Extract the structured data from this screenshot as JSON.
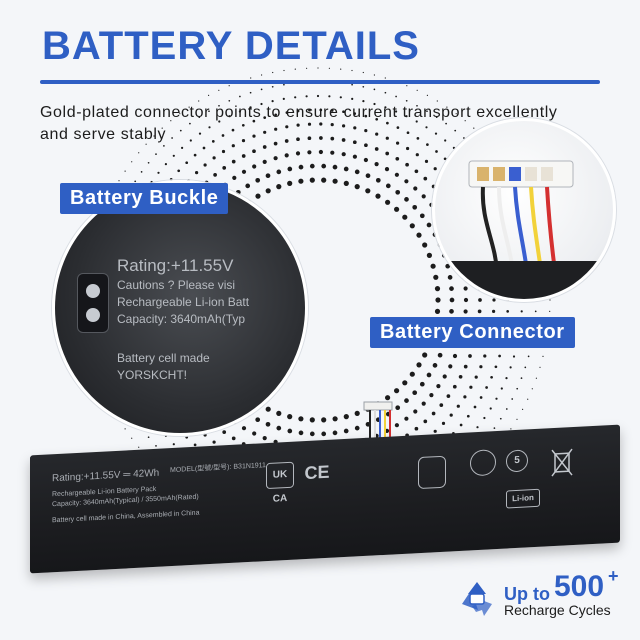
{
  "header": {
    "title": "BATTERY DETAILS",
    "subtitle": "Gold-plated connector points to ensure current transport excellently and serve stably"
  },
  "callouts": {
    "buckle_label": "Battery Buckle",
    "connector_label": "Battery Connector"
  },
  "buckle_zoom_text": {
    "line1": "Rating:+11.55V",
    "line2": "Cautions ? Please visi",
    "line3": "Rechargeable Li-ion Batt",
    "line4": "Capacity: 3640mAh(Typ",
    "line5": "Battery cell made",
    "line6": "YORSKCHT!"
  },
  "battery_label": {
    "rating": "Rating:+11.55V ═ 42Wh",
    "pack": "Rechargeable Li-ion Battery Pack",
    "capacity": "Capacity: 3640mAh(Typical) / 3550mAh(Rated)",
    "origin": "Battery cell made in China, Assembled in China",
    "model": "MODEL(型號/型号): B31N1911",
    "icons": [
      "UK CA",
      "CE",
      "Li-ion"
    ]
  },
  "cycles": {
    "prefix": "Up to",
    "number": "500",
    "plus": "+",
    "label": "Recharge Cycles"
  },
  "colors": {
    "accent": "#2f5fc4",
    "battery_body": "#1c1d20",
    "background": "#f4f6f9"
  }
}
